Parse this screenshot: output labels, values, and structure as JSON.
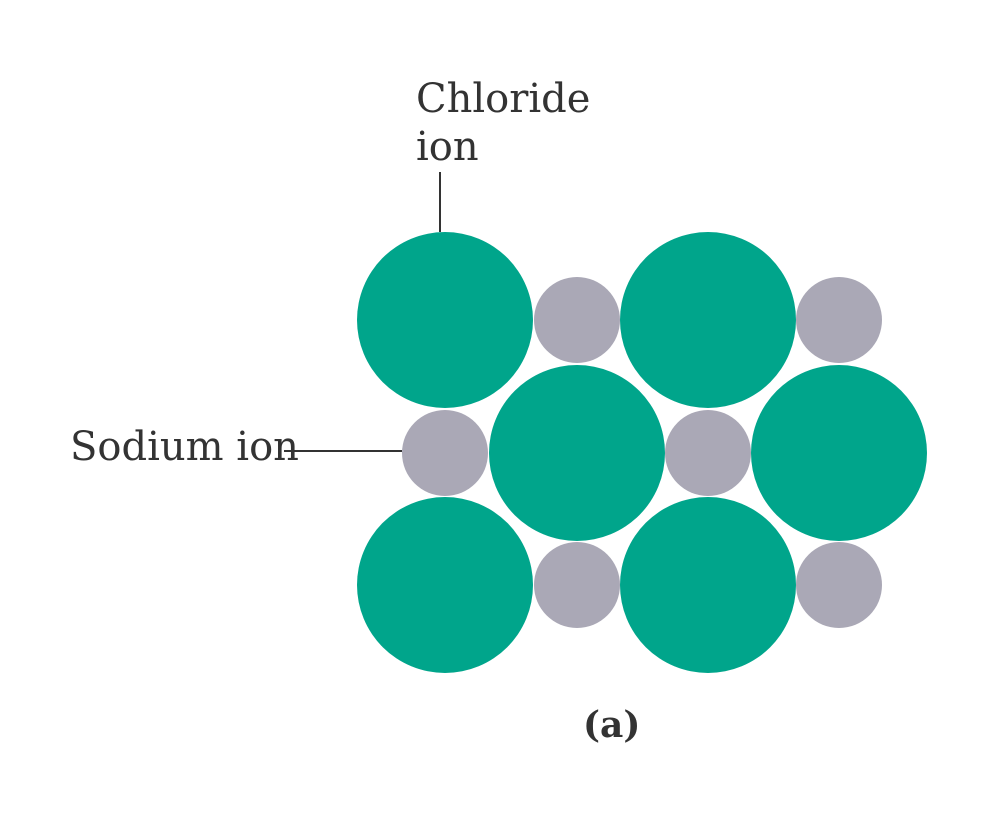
{
  "labels": {
    "chloride_line1": "Chloride",
    "chloride_line2": "ion",
    "sodium": "Sodium ion",
    "caption": "(a)"
  },
  "colors": {
    "chloride": "#00a58b",
    "sodium": "#aaa8b6",
    "text": "#333333"
  },
  "lattice": {
    "rows": [
      [
        "chloride",
        "sodium",
        "chloride",
        "sodium"
      ],
      [
        "sodium",
        "chloride",
        "sodium",
        "chloride"
      ],
      [
        "chloride",
        "sodium",
        "chloride",
        "sodium"
      ]
    ]
  }
}
